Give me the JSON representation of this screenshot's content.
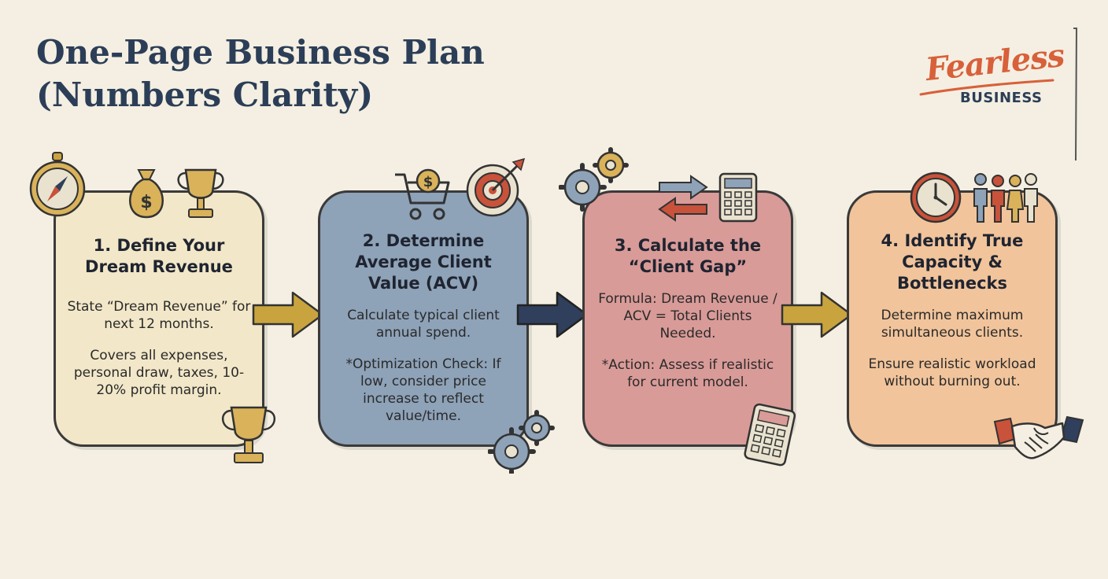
{
  "title": {
    "line1": "One-Page Business Plan",
    "line2": "(Numbers Clarity)"
  },
  "logo": {
    "script": "Fearless",
    "sub": "BUSINESS"
  },
  "steps": [
    {
      "title": "1. Define Your Dream Revenue",
      "text1": "State “Dream Revenue” for next 12 months.",
      "text2": "Covers all expenses, personal draw, taxes, 10-20% profit margin."
    },
    {
      "title": "2. Determine Average Client Value (ACV)",
      "text1": "Calculate typical client annual spend.",
      "text2": "*Optimization Check: If low, consider price increase to reflect value/time."
    },
    {
      "title": "3. Calculate the “Client Gap”",
      "text1": "Formula: Dream Revenue / ACV = Total Clients Needed.",
      "text2": "*Action: Assess if realistic for current model."
    },
    {
      "title": "4. Identify True Capacity & Bottlenecks",
      "text1": "Determine maximum simultaneous clients.",
      "text2": "Ensure realistic workload without burning out."
    }
  ],
  "icons": {
    "step1": [
      "compass-icon",
      "money-bag-icon",
      "trophy-icon",
      "trophy-icon"
    ],
    "step2": [
      "shopping-cart-icon",
      "target-icon",
      "gear-icon"
    ],
    "step3": [
      "gear-icon",
      "exchange-arrows-icon",
      "calculator-icon",
      "calculator-icon"
    ],
    "step4": [
      "clock-icon",
      "people-icon",
      "handshake-icon"
    ]
  },
  "colors": {
    "title": "#2c3e57",
    "step1_fill": "#f2e7c8",
    "step2_fill": "#8ea2b8",
    "step3_fill": "#d99b98",
    "step4_fill": "#f1c49b",
    "arrow_gold": "#c9a43e",
    "arrow_navy": "#2f3f5c",
    "logo_orange": "#d8603a"
  }
}
